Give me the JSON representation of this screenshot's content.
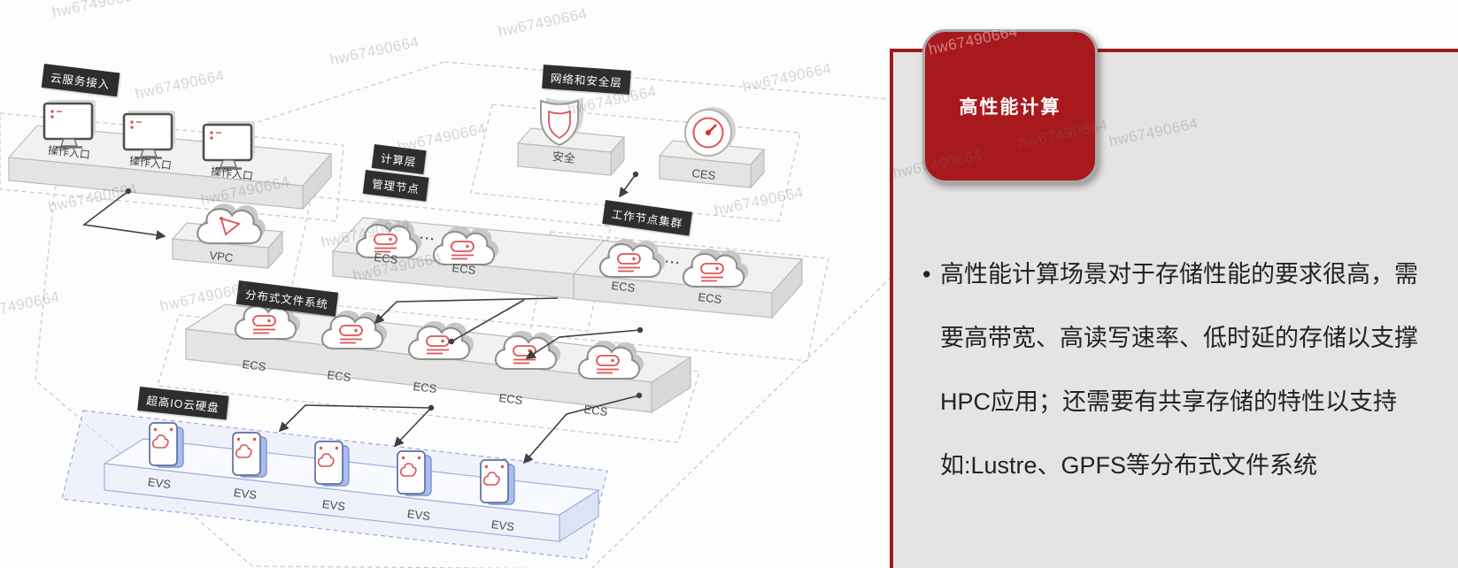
{
  "watermark": "hw67490664",
  "diagram": {
    "chips": {
      "cloud_access": "云服务接入",
      "compute_layer": "计算层",
      "mgmt_node": "管理节点",
      "net_sec_layer": "网络和安全层",
      "worker_cluster": "工作节点集群",
      "dfs": "分布式文件系统",
      "evs_disk": "超高IO云硬盘"
    },
    "labels": {
      "monitor": "操作入口",
      "vpc": "VPC",
      "security": "安全",
      "ces": "CES",
      "ecs": "ECS",
      "evs": "EVS",
      "ellipsis": "···"
    }
  },
  "panel": {
    "badge": "高性能计算",
    "bullet": "•",
    "lines": [
      "高性能计算场景对于存储性能的要求很高，需",
      "要高带宽、高读写速率、低时延的存储以支撑",
      "HPC应用；还需要有共享存储的特性以支持",
      "如:Lustre、GPFS等分布式文件系统"
    ],
    "colors": {
      "accent_red": "#9c1b1f",
      "badge_red": "#a8191e",
      "panel_bg": "#e5e4e3",
      "icon_red": "#e05252"
    }
  }
}
